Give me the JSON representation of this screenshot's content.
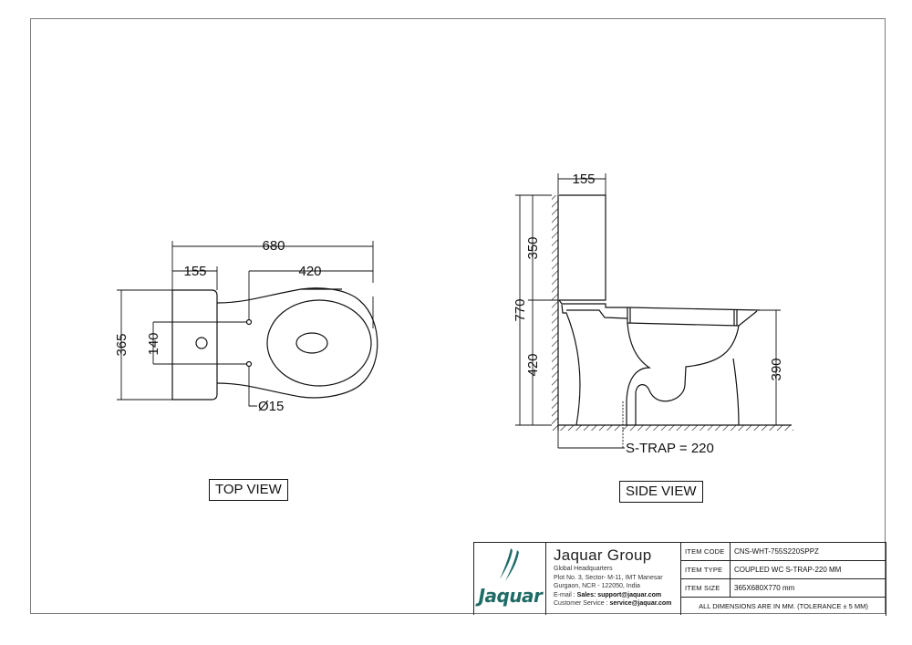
{
  "drawing": {
    "top_view": {
      "label": "TOP VIEW",
      "dimensions": {
        "overall_length": "680",
        "tank_depth": "155",
        "bowl_offset": "420",
        "overall_width": "365",
        "hole_spacing": "140",
        "hole_diameter": "Ø15"
      }
    },
    "side_view": {
      "label": "SIDE VIEW",
      "dimensions": {
        "tank_depth": "155",
        "tank_height": "350",
        "overall_height": "770",
        "pan_height": "420",
        "seat_height": "390",
        "trap": "S-TRAP = 220"
      }
    }
  },
  "title_block": {
    "logo_text": "Jaquar",
    "company_name": "Jaquar Group",
    "address_lines": [
      "Global Headquarters",
      "Plot No. 3, Sector- M-11, IMT Manesar",
      "Gurgaon, NCR - 122050, India"
    ],
    "email_label": "E-mail : ",
    "email_value": "Sales: support@jaquar.com",
    "service_label": "Customer Service : ",
    "service_value": "service@jaquar.com",
    "items": [
      {
        "label": "ITEM  CODE",
        "value": "CNS-WHT-755S220SPPZ"
      },
      {
        "label": "ITEM  TYPE",
        "value": "COUPLED WC S-TRAP-220 MM"
      },
      {
        "label": "ITEM  SIZE",
        "value": "365X680X770 mm"
      }
    ],
    "note": "ALL DIMENSIONS ARE IN MM. (TOLERANCE ± 5 MM)"
  },
  "colors": {
    "line": "#111111",
    "border": "#7a7a7a",
    "brand": "#1f6b66"
  }
}
